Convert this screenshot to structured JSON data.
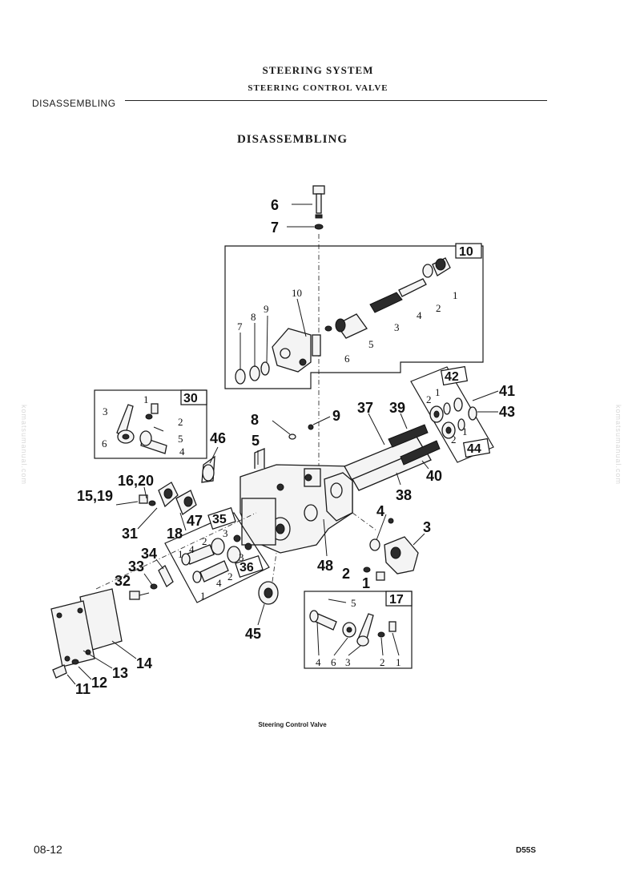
{
  "header": {
    "title": "STEERING SYSTEM",
    "subtitle": "STEERING CONTROL VALVE",
    "section_tab": "DISASSEMBLING"
  },
  "main": {
    "heading": "DISASSEMBLING",
    "caption": "Steering Control Valve"
  },
  "footer": {
    "page_number": "08-12",
    "model": "D55S"
  },
  "watermark": "komatsumanual.com",
  "diagram": {
    "callouts": {
      "c6": "6",
      "c7": "7",
      "c5": "5",
      "c8": "8",
      "c9": "9",
      "c37": "37",
      "c39": "39",
      "c38": "38",
      "c40": "40",
      "c41": "41",
      "c43": "43",
      "c46": "46",
      "c16_20": "16,20",
      "c15_19": "15,19",
      "c31": "31",
      "c47": "47",
      "c18": "18",
      "c34": "34",
      "c33": "33",
      "c32": "32",
      "c48": "48",
      "c4": "4",
      "c3": "3",
      "c2": "2",
      "c1": "1",
      "c45": "45",
      "c14": "14",
      "c13": "13",
      "c12": "12",
      "c11": "11"
    },
    "box10": {
      "tag": "10",
      "labels": {
        "l1": "1",
        "l2": "2",
        "l3": "3",
        "l4": "4",
        "l5": "5",
        "l6": "6",
        "l7": "7",
        "l8": "8",
        "l9": "9",
        "l10": "10"
      }
    },
    "box30": {
      "tag": "30",
      "labels": {
        "l1": "1",
        "l2": "2",
        "l3": "3",
        "l4": "4",
        "l5": "5",
        "l6": "6"
      }
    },
    "box42": {
      "tag": "42",
      "tag2": "44",
      "labels": {
        "l1a": "1",
        "l2a": "2",
        "l1b": "1",
        "l2b": "2"
      }
    },
    "box35": {
      "tag": "35",
      "tag2": "36",
      "labels": {
        "l1a": "1",
        "l4a": "4",
        "l2a": "2",
        "l3a": "3",
        "l3b": "3",
        "l4b": "4",
        "l2b": "2",
        "l1b": "1"
      }
    },
    "box17": {
      "tag": "17",
      "labels": {
        "l5": "5",
        "l4": "4",
        "l6": "6",
        "l3": "3",
        "l2": "2",
        "l1": "1"
      }
    }
  }
}
